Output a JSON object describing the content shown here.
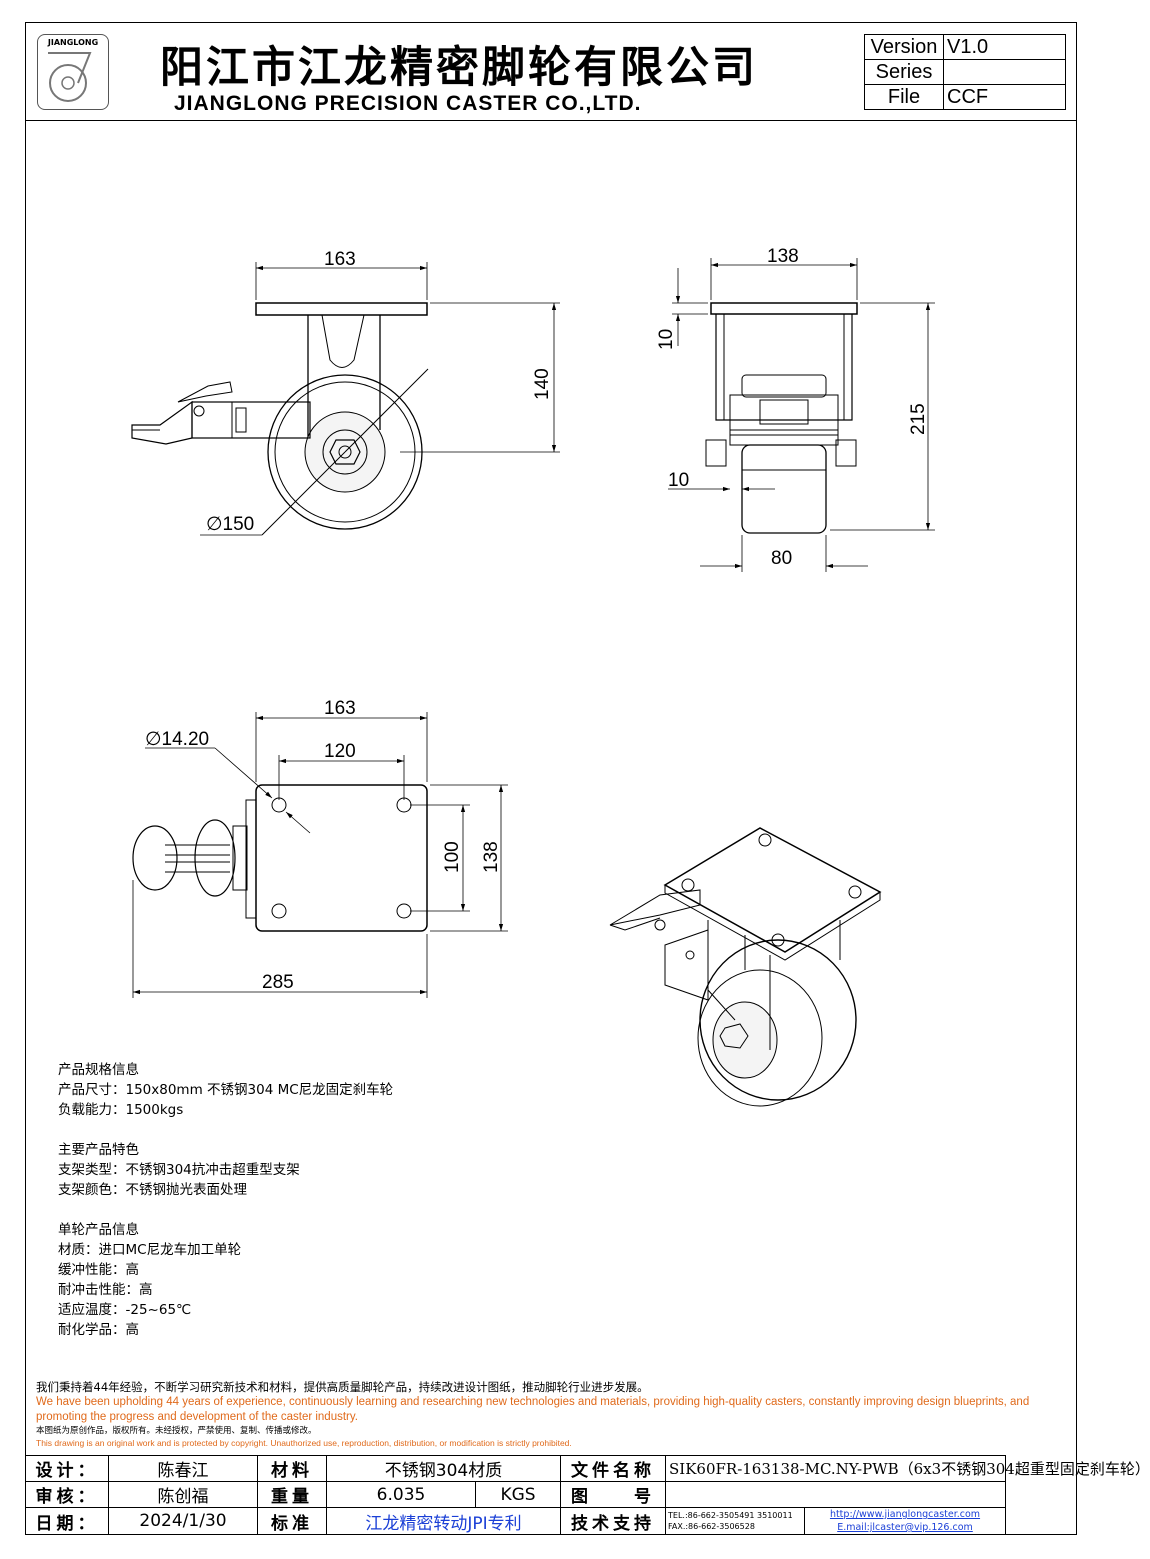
{
  "header": {
    "logo_text": "JIANGLONG",
    "company_cn": "阳江市江龙精密脚轮有限公司",
    "company_en": "JIANGLONG PRECISION CASTER CO.,LTD.",
    "version_label": "Version",
    "version_value": "V1.0",
    "series_label": "Series",
    "series_value": "",
    "file_label": "File",
    "file_value": "CCF"
  },
  "dimensions": {
    "side_width": "163",
    "side_height": "140",
    "wheel_dia": "∅150",
    "front_width": "138",
    "front_plate": "10",
    "front_height": "215",
    "front_wall": "10",
    "wheel_width": "80",
    "top_width": "163",
    "hole_dia": "∅14.20",
    "hole_spacing_x": "120",
    "hole_spacing_y": "100",
    "top_depth": "138",
    "overall_length": "285"
  },
  "specs": {
    "h1": "产品规格信息",
    "size": "产品尺寸：150x80mm 不锈钢304 MC尼龙固定刹车轮",
    "load": "负载能力：1500kgs",
    "h2": "主要产品特色",
    "bracket_type": "支架类型：不锈钢304抗冲击超重型支架",
    "bracket_color": "支架颜色：不锈钢抛光表面处理",
    "h3": "单轮产品信息",
    "material": "材质：进口MC尼龙车加工单轮",
    "cushion": "缓冲性能：高",
    "impact": "耐冲击性能：高",
    "temp": "适应温度：-25~65℃",
    "chem": "耐化学品：高"
  },
  "notes": {
    "cn": "我们秉持着44年经验，不断学习研究新技术和材料，提供高质量脚轮产品，持续改进设计图纸，推动脚轮行业进步发展。",
    "en": "We have been upholding 44 years of experience, continuously learning and researching new technologies and materials, providing high-quality casters, constantly improving design blueprints, and promoting the progress and development of the caster industry.",
    "copyright_cn": "本图纸为原创作品，版权所有。未经授权，严禁使用、复制、传播或修改。",
    "copyright_en": "This drawing is an original work and is protected by copyright. Unauthorized use, reproduction, distribution, or modification is strictly prohibited."
  },
  "title_block": {
    "design_label": "设计：",
    "design_value": "陈春江",
    "material_label": "材料",
    "material_value": "不锈钢304材质",
    "filename_label": "文件名称",
    "filename_value": "SIK60FR-163138-MC.NY-PWB（6x3不锈钢304超重型固定刹车轮）",
    "review_label": "审核：",
    "review_value": "陈创福",
    "weight_label": "重量",
    "weight_value": "6.035",
    "weight_unit": "KGS",
    "drawing_label": "图　　号",
    "drawing_value": "",
    "date_label": "日期：",
    "date_value": "2024/1/30",
    "standard_label": "标准",
    "standard_value": "江龙精密转动JPI专利",
    "support_label": "技术支持",
    "tel": "TEL.:86-662-3505491 3510011",
    "fax": "FAX.:86-662-3506528",
    "website": "http://www.jianglongcaster.com",
    "email": "E.mail:jlcaster@vip.126.com"
  }
}
